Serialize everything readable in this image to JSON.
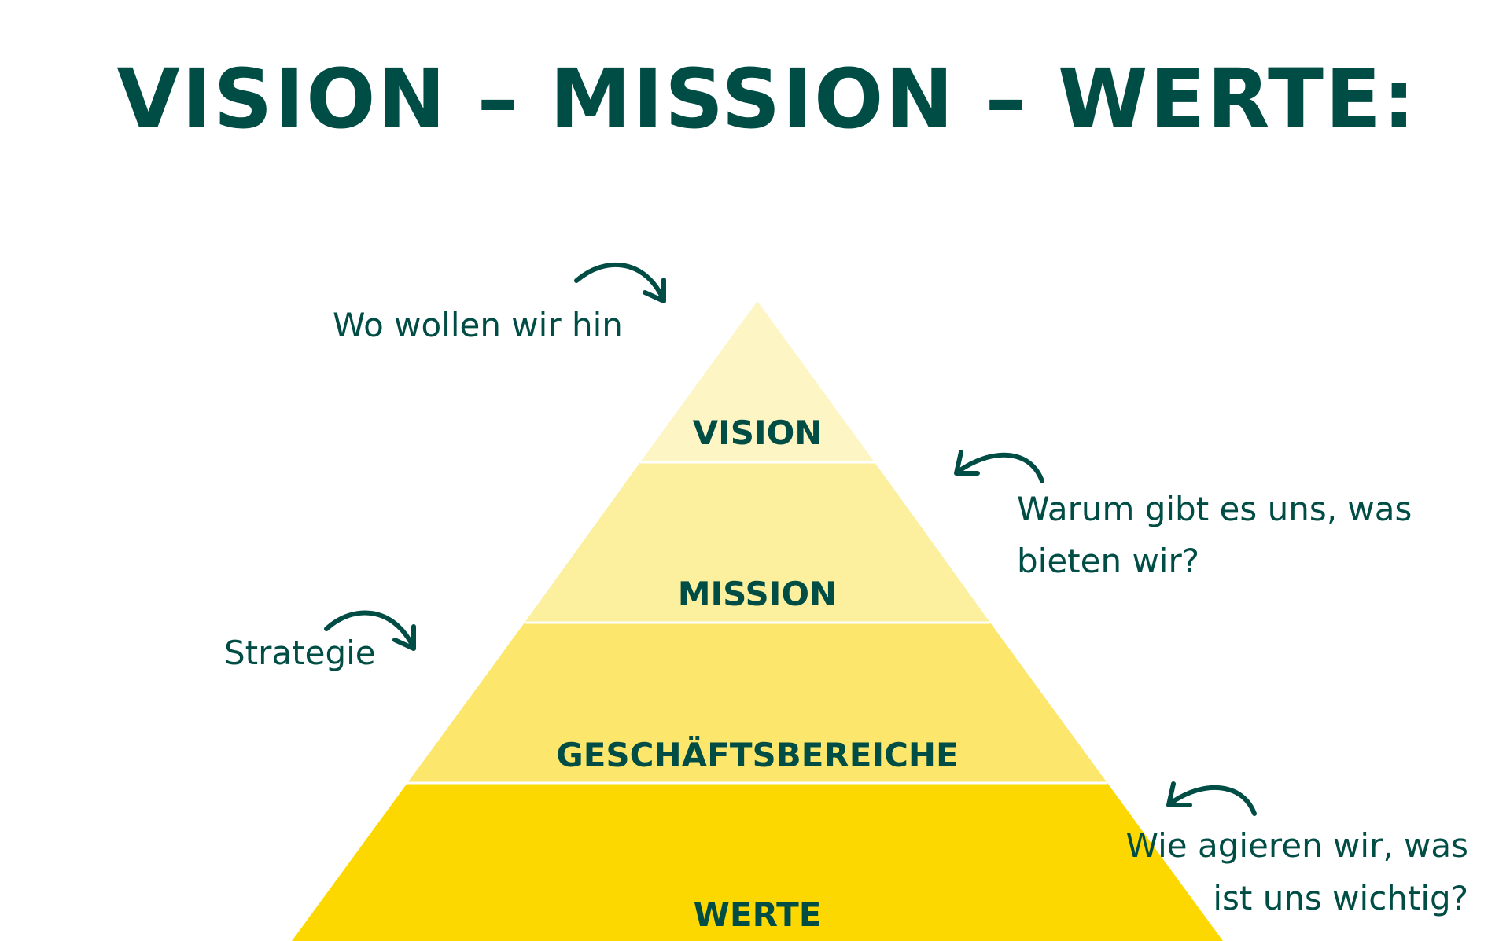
{
  "title": "VISION – MISSION – WERTE:",
  "colors": {
    "text": "#004d45",
    "background": "#ffffff",
    "level_vision": "#fdf5c3",
    "level_mission": "#fcef9e",
    "level_geschaeftsbereiche": "#fce66b",
    "level_werte": "#fcd800"
  },
  "pyramid": {
    "levels": [
      {
        "label": "VISION"
      },
      {
        "label": "MISSION"
      },
      {
        "label": "GESCHÄFTSBEREICHE"
      },
      {
        "label": "WERTE"
      }
    ]
  },
  "annotations": {
    "vision_note": "Wo wollen wir hin",
    "mission_note": [
      "Warum gibt es uns, was",
      "bieten wir?"
    ],
    "strategy_note": "Strategie",
    "values_note": [
      "Wie agieren wir, was",
      "ist uns wichtig?"
    ]
  }
}
